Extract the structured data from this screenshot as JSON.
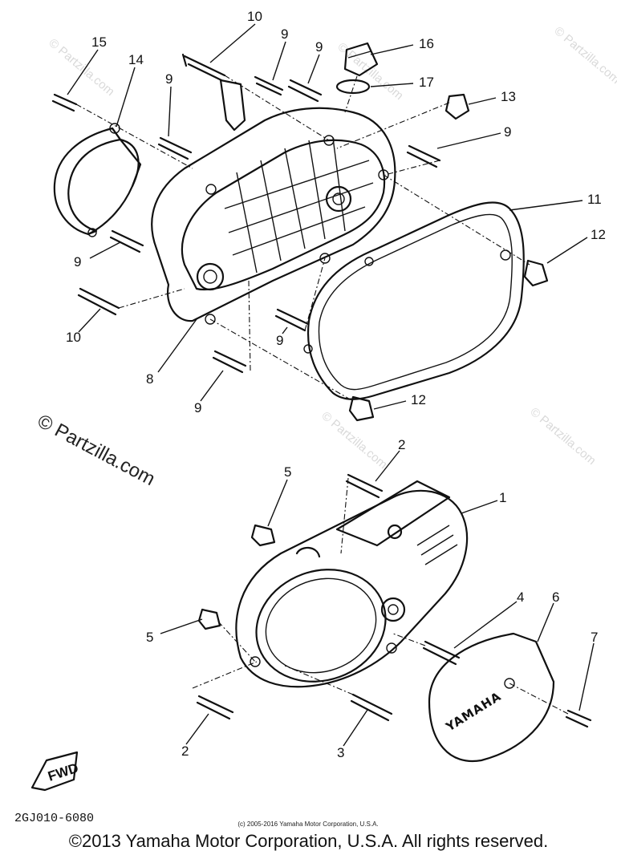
{
  "diagram": {
    "code": "2GJ010-6080",
    "fwd": "FWD",
    "brand": "YAMAHA",
    "watermark": "© Partzilla.com",
    "small_note": "(c) 2005-2016 Yamaha Motor Corporation, U.S.A.",
    "copyright": "©2013 Yamaha Motor Corporation, U.S.A. All rights reserved.",
    "callouts": {
      "c1": "1",
      "c2a": "2",
      "c2b": "2",
      "c3": "3",
      "c4": "4",
      "c5a": "5",
      "c5b": "5",
      "c6": "6",
      "c7": "7",
      "c8": "8",
      "c9a": "9",
      "c9b": "9",
      "c9c": "9",
      "c9d": "9",
      "c9e": "9",
      "c9f": "9",
      "c9g": "9",
      "c10a": "10",
      "c10b": "10",
      "c11": "11",
      "c12a": "12",
      "c12b": "12",
      "c13": "13",
      "c14": "14",
      "c15": "15",
      "c16": "16",
      "c17": "17"
    }
  }
}
